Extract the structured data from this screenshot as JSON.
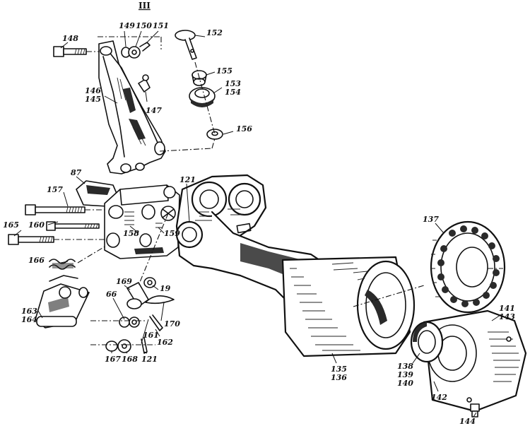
{
  "view_label": "III",
  "labels": {
    "l148": "148",
    "l149": "149",
    "l150": "150",
    "l151": "151",
    "l152": "152",
    "l155": "155",
    "l153": "153",
    "l154": "154",
    "l146": "146",
    "l145": "145",
    "l147": "147",
    "l156": "156",
    "l87": "87",
    "l121a": "121",
    "l157": "157",
    "l160": "160",
    "l165": "165",
    "l158": "158",
    "l159": "159",
    "l137": "137",
    "l166": "166",
    "l169": "169",
    "l19": "19",
    "l66": "66",
    "l170": "170",
    "l163": "163",
    "l164": "164",
    "l161": "161",
    "l162": "162",
    "l167": "167",
    "l168": "168",
    "l121b": "121",
    "l135": "135",
    "l136": "136",
    "l138": "138",
    "l139": "139",
    "l140": "140",
    "l142": "142",
    "l141": "141",
    "l143": "143",
    "l144": "144"
  }
}
